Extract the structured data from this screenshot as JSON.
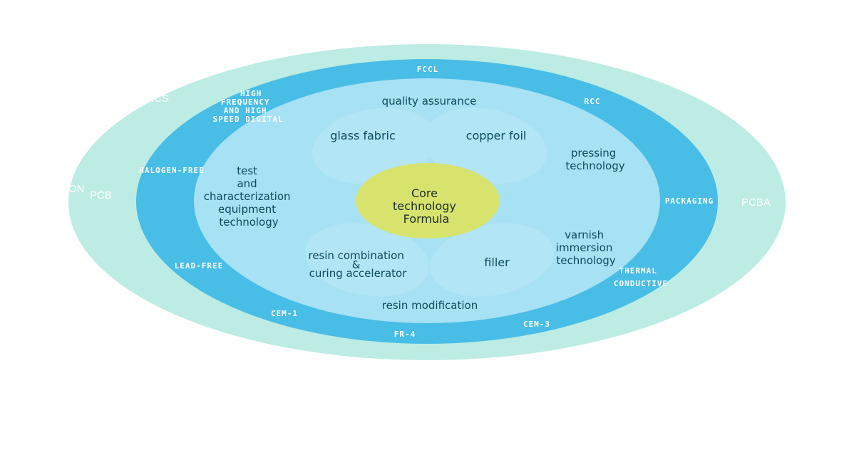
{
  "outer_ring": {
    "left_label": "PCB",
    "right_label": "PCBA",
    "clipped_upper_left": "ICS",
    "clipped_left": "ON"
  },
  "middle_ring": {
    "fccl": "FCCL",
    "rcc": "RCC",
    "high_frequency": [
      "HIGH",
      "FREQUENCY",
      "AND HIGH",
      "SPEED DIGITAL"
    ],
    "halogen_free": "HALOGEN-FREE",
    "packaging": "PACKAGING",
    "lead_free": "LEAD-FREE",
    "thermal": [
      "THERMAL",
      "CONDUCTIVE"
    ],
    "cem1": "CEM-1",
    "fr4": "FR-4",
    "cem3": "CEM-3"
  },
  "inner_ring": {
    "quality_assurance": "quality assurance",
    "glass_fabric": "glass fabric",
    "copper_foil": "copper foil",
    "pressing": [
      "pressing",
      "technology"
    ],
    "test": [
      "test",
      "and",
      "characterization",
      "equipment",
      "technology"
    ],
    "varnish": [
      "varnish",
      "immersion",
      "technology"
    ],
    "resin_combination": [
      "resin combination",
      "&",
      "curing accelerator"
    ],
    "filler": "filler",
    "resin_modification": "resin modification"
  },
  "core": {
    "lines": [
      "Core",
      "technology",
      "Formula"
    ]
  },
  "colors": {
    "outer": "#bcece3",
    "middle": "#48bde6",
    "inner": "#a6e1f4",
    "petal": "#b6e6f6",
    "core": "#d8e36e"
  }
}
